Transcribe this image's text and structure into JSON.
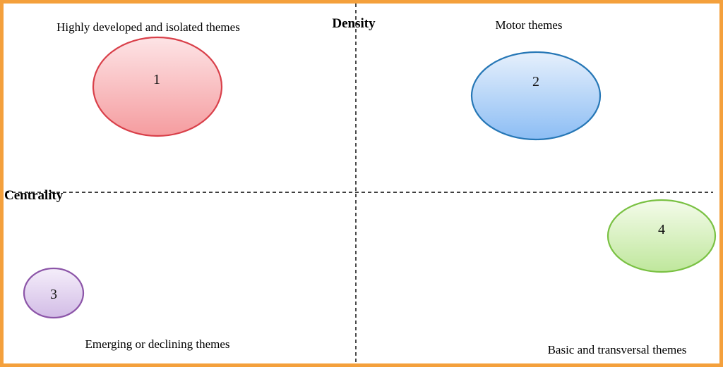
{
  "axes": {
    "vertical_label": "Density",
    "horizontal_label": "Centrality"
  },
  "quadrants": [
    {
      "label": "Highly developed and isolated themes"
    },
    {
      "label": "Motor themes"
    },
    {
      "label": "Emerging or declining themes"
    },
    {
      "label": "Basic and transversal themes"
    }
  ],
  "bubbles": [
    {
      "number": "1",
      "stroke": "#d9404a",
      "fill_top": "#fde4e6",
      "fill_bottom": "#f59c9f"
    },
    {
      "number": "2",
      "stroke": "#2677b6",
      "fill_top": "#e6f0fc",
      "fill_bottom": "#8cbdf4"
    },
    {
      "number": "3",
      "stroke": "#8c55a8",
      "fill_top": "#f5eefa",
      "fill_bottom": "#d2bce6"
    },
    {
      "number": "4",
      "stroke": "#7ac143",
      "fill_top": "#f4fbea",
      "fill_bottom": "#bfe79c"
    }
  ],
  "colors": {
    "frame": "#f4a03c",
    "axis_lines": "#000000"
  }
}
